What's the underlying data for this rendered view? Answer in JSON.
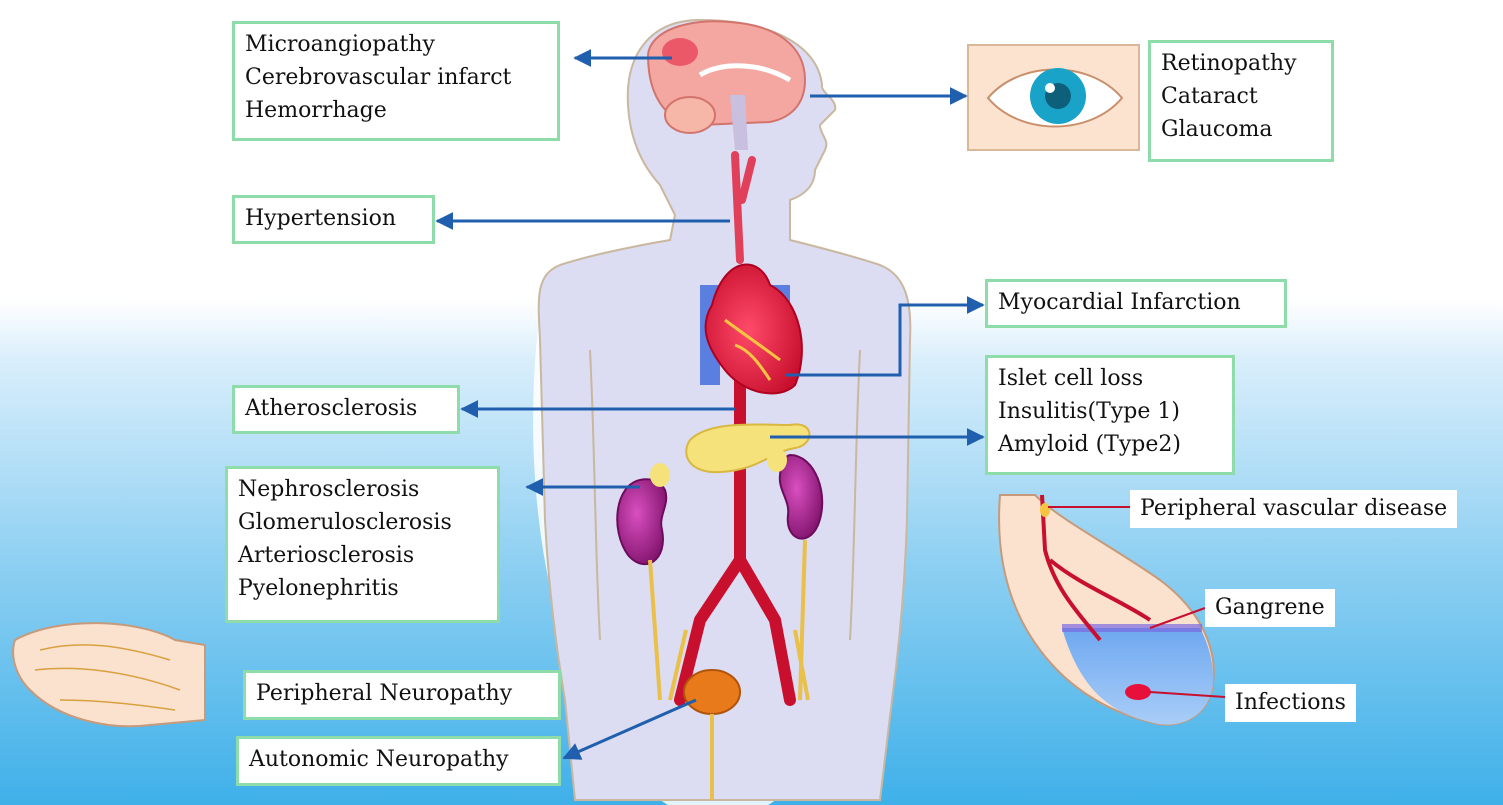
{
  "labels": {
    "brain": [
      "Microangiopathy",
      "Cerebrovascular infarct",
      "Hemorrhage"
    ],
    "eye": [
      "Retinopathy",
      "Cataract",
      "Glaucoma"
    ],
    "hypertension": "Hypertension",
    "myocardial": "Myocardial Infarction",
    "pancreas": [
      "Islet cell loss",
      "Insulitis(Type 1)",
      "Amyloid (Type2)"
    ],
    "atherosclerosis": "Atherosclerosis",
    "kidney": [
      "Nephrosclerosis",
      "Glomerulosclerosis",
      "Arteriosclerosis",
      "Pyelonephritis"
    ],
    "peripheral_neuropathy": "Peripheral Neuropathy",
    "autonomic_neuropathy": "Autonomic Neuropathy",
    "peripheral_vascular": "Peripheral vascular disease",
    "gangrene": "Gangrene",
    "infections": "Infections"
  },
  "colors": {
    "arrow": "#1f5fae",
    "box_border": "#8fdcab",
    "body_fill": "#d9d9f0",
    "artery": "#c8102e",
    "kidney": "#a0208a",
    "skin": "#fbe2cf"
  }
}
